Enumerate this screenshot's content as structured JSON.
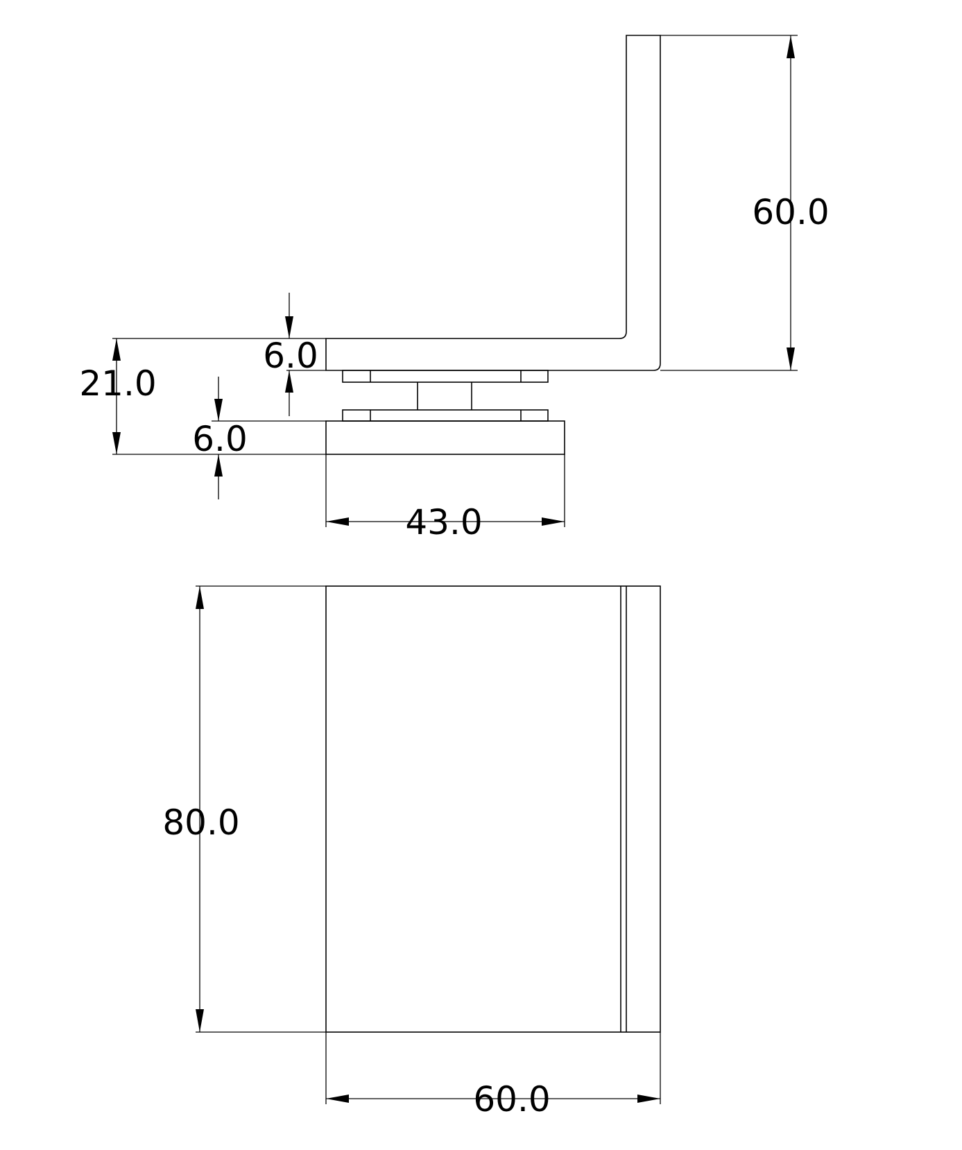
{
  "dimensions": {
    "flange_height": "60.0",
    "top_plate_thickness": "6.0",
    "overall_height": "21.0",
    "base_thickness": "6.0",
    "base_width": "43.0",
    "body_height": "80.0",
    "body_width": "60.0"
  }
}
